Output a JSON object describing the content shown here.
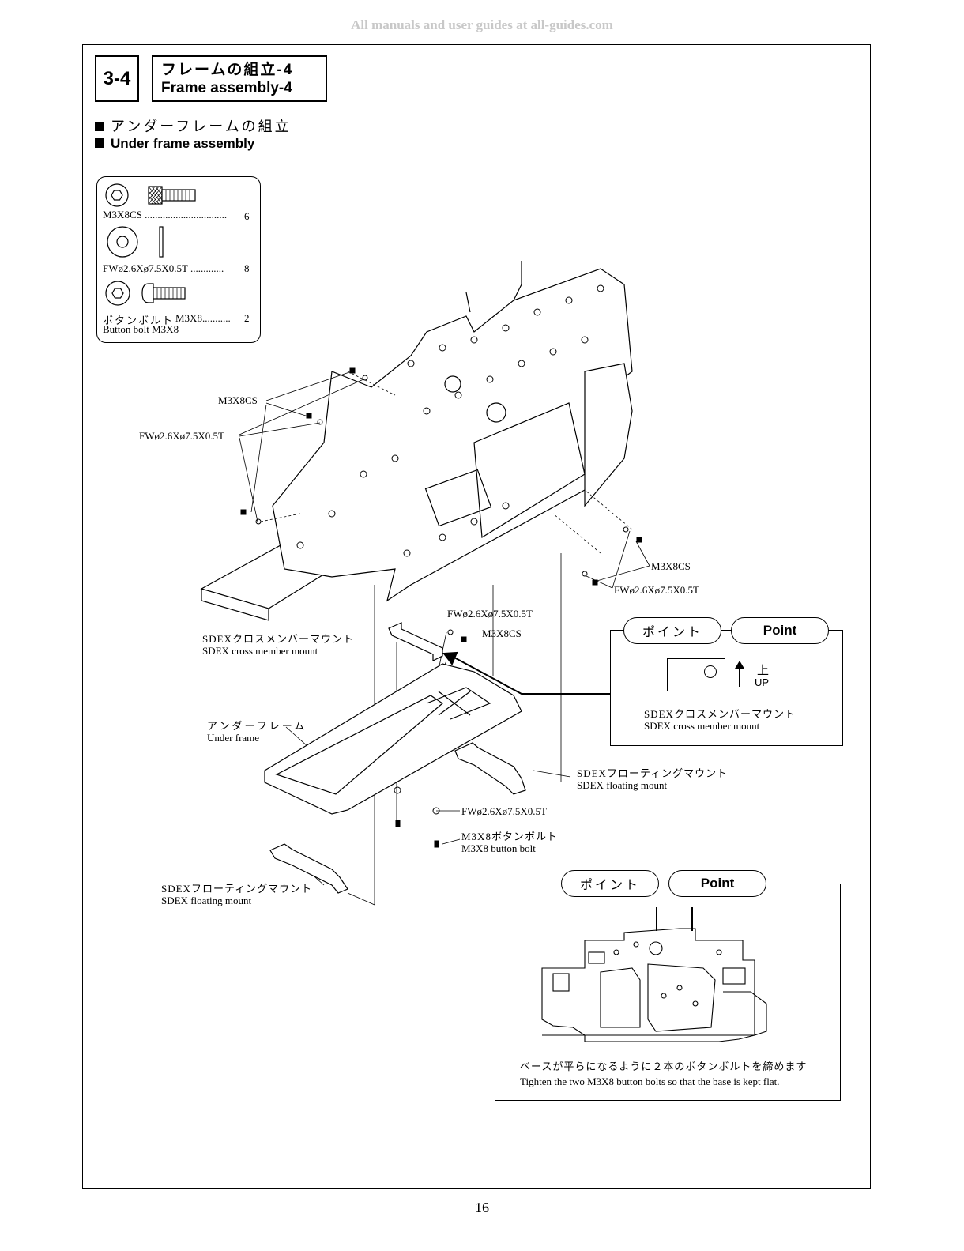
{
  "watermark": "All manuals and user guides at all-guides.com",
  "step": "3-4",
  "title": {
    "jp": "フレームの組立-4",
    "en": "Frame assembly-4"
  },
  "section": {
    "jp": "アンダーフレームの組立",
    "en": "Under frame assembly"
  },
  "parts": [
    {
      "name": "M3X8CS",
      "dots": " ................................",
      "qty": "6"
    },
    {
      "name": "FWø2.6Xø7.5X0.5T",
      "dots": " .............",
      "qty": "8"
    },
    {
      "name_jp": "ボタンボルト",
      "name": "M3X8",
      "dots": "...........",
      "qty": "2",
      "name_en": "Button bolt M3X8"
    }
  ],
  "callouts": {
    "m3x8cs_top": "M3X8CS",
    "fw_left": "FWø2.6Xø7.5X0.5T",
    "m3x8cs_right": "M3X8CS",
    "fw_right": "FWø2.6Xø7.5X0.5T",
    "fw_mid": "FWø2.6Xø7.5X0.5T",
    "m3x8cs_mid": "M3X8CS",
    "cross_member_jp": "SDEXクロスメンバーマウント",
    "cross_member_en": "SDEX cross member mount",
    "under_frame_jp": "アンダーフレーム",
    "under_frame_en": "Under frame",
    "floating_right_jp": "SDEXフローティングマウント",
    "floating_right_en": "SDEX floating mount",
    "fw_bottom": "FWø2.6Xø7.5X0.5T",
    "button_bolt_jp": "M3X8ボタンボルト",
    "button_bolt_en": "M3X8 button bolt",
    "floating_left_jp": "SDEXフローティングマウント",
    "floating_left_en": "SDEX floating mount"
  },
  "point1": {
    "jp": "ポイント",
    "en": "Point",
    "up_jp": "上",
    "up": "UP",
    "caption_jp": "SDEXクロスメンバーマウント",
    "caption_en": "SDEX cross member mount"
  },
  "point2": {
    "jp": "ポイント",
    "en": "Point",
    "caption_jp": "ベースが平らになるように２本のボタンボルトを締めます",
    "caption_en": "Tighten the two M3X8 button bolts so that the base is kept flat."
  },
  "page_number": "16"
}
